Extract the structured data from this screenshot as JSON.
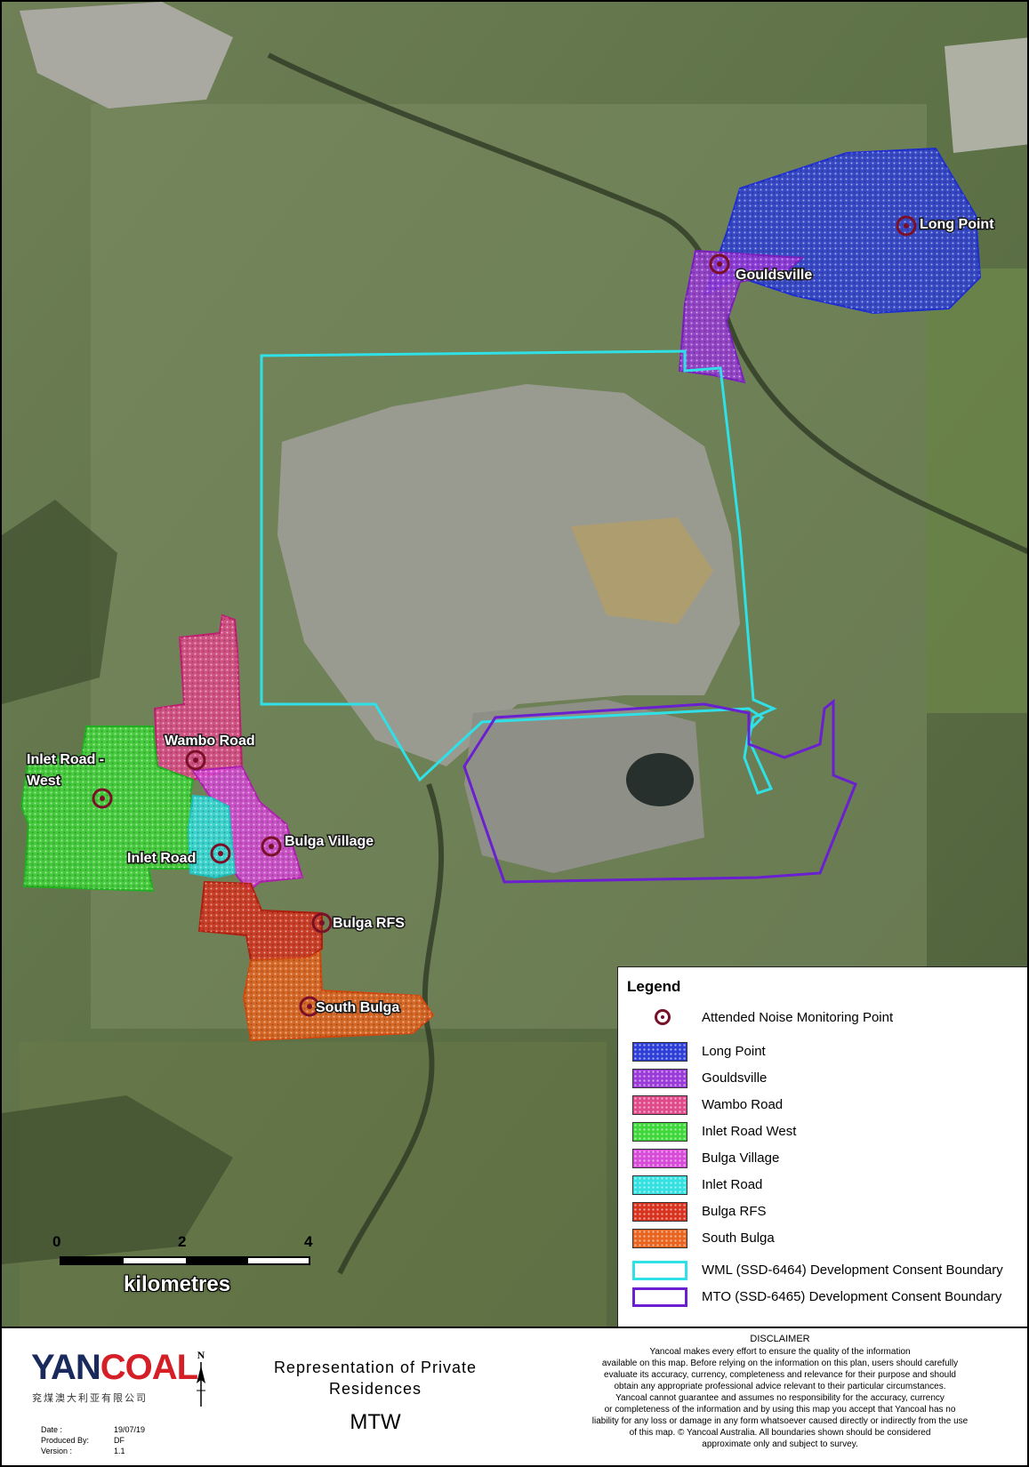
{
  "map": {
    "labels": {
      "long_point": "Long Point",
      "gouldsville": "Gouldsville",
      "wambo_road": "Wambo Road",
      "inlet_road_west_line1": "Inlet Road -",
      "inlet_road_west_line2": "West",
      "inlet_road": "Inlet Road",
      "bulga_village": "Bulga Village",
      "bulga_rfs": "Bulga RFS",
      "south_bulga": "South Bulga"
    },
    "colors": {
      "long_point": "#2e3fd8",
      "gouldsville": "#9a3ad8",
      "wambo_road": "#e04a8a",
      "inlet_road_west": "#3fd83a",
      "bulga_village": "#d84ad8",
      "inlet_road": "#35e0e0",
      "bulga_rfs": "#d8331f",
      "south_bulga": "#e8641f",
      "wml_boundary": "#2fe0e6",
      "mto_boundary": "#6a1fd0",
      "monitoring_point": "#7a1028"
    }
  },
  "legend": {
    "title": "Legend",
    "items": [
      {
        "label": "Attended Noise Monitoring Point",
        "kind": "point"
      },
      {
        "label": "Long Point",
        "kind": "fill",
        "color": "#2e3fd8"
      },
      {
        "label": "Gouldsville",
        "kind": "fill",
        "color": "#9a3ad8"
      },
      {
        "label": "Wambo Road",
        "kind": "fill",
        "color": "#e04a8a"
      },
      {
        "label": "Inlet Road West",
        "kind": "fill",
        "color": "#3fd83a"
      },
      {
        "label": "Bulga Village",
        "kind": "fill",
        "color": "#d84ad8"
      },
      {
        "label": "Inlet Road",
        "kind": "fill",
        "color": "#35e0e0"
      },
      {
        "label": "Bulga RFS",
        "kind": "fill",
        "color": "#d8331f"
      },
      {
        "label": "South Bulga",
        "kind": "fill",
        "color": "#e8641f"
      },
      {
        "label": "WML (SSD-6464) Development Consent Boundary",
        "kind": "line",
        "color": "#2fe0e6"
      },
      {
        "label": "MTO (SSD-6465) Development Consent Boundary",
        "kind": "line",
        "color": "#6a1fd0"
      }
    ]
  },
  "scale": {
    "ticks": [
      "0",
      "2",
      "4"
    ],
    "unit": "kilometres"
  },
  "footer": {
    "logo_yan": "YAN",
    "logo_coal": "COAL",
    "logo_chinese": "兖煤澳大利亚有限公司",
    "north_letter": "N",
    "meta": {
      "date_label": "Date :",
      "date_value": "19/07/19",
      "produced_label": "Produced By:",
      "produced_value": "DF",
      "version_label": "Version :",
      "version_value": "1.1"
    },
    "title_line1": "Representation of Private",
    "title_line2": "Residences",
    "subtitle": "MTW",
    "disclaimer_title": "DISCLAIMER",
    "disclaimer_lines": [
      "Yancoal makes every effort to ensure the quality of the information",
      "available on this map. Before relying on the information on this plan, users should carefully",
      "evaluate its accuracy, currency, completeness and relevance for their purpose and should",
      "obtain any appropriate professional advice relevant to their particular circumstances.",
      "Yancoal cannot guarantee and assumes no responsibility for the accuracy, currency",
      "or completeness of the information and by using this map you accept that Yancoal has no",
      "liability for any loss or damage in any form whatsoever caused directly or indirectly from the use",
      "of this map. © Yancoal Australia. All boundaries shown should be considered",
      "approximate only and subject to survey."
    ]
  }
}
